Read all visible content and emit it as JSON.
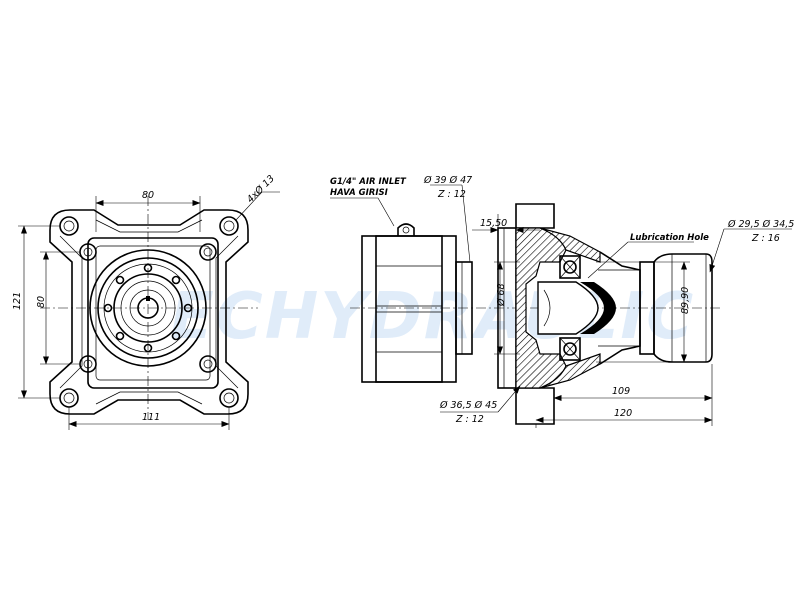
{
  "watermark": "ECHYDRAULIC",
  "front_view": {
    "dim_top": "80",
    "dim_holes": "4xØ 13",
    "dim_left_outer": "121",
    "dim_left_inner": "80",
    "dim_bottom": "111"
  },
  "side_view": {
    "air_inlet": "G1/4\" AIR INLET",
    "air_inlet_tr": "HAVA GIRISI",
    "spline_top": "Ø 39 Ø 47",
    "spline_top_z": "Z : 12",
    "dim_1550": "15,50",
    "lubrication": "Lubrication Hole",
    "spline_right": "Ø 29,5 Ø 34,5",
    "spline_right_z": "Z : 16",
    "dim_d68": "Ø 68",
    "dim_8990": "89,90",
    "dim_109": "109",
    "dim_120": "120",
    "spline_bottom": "Ø 36,5 Ø 45",
    "spline_bottom_z": "Z : 12"
  }
}
